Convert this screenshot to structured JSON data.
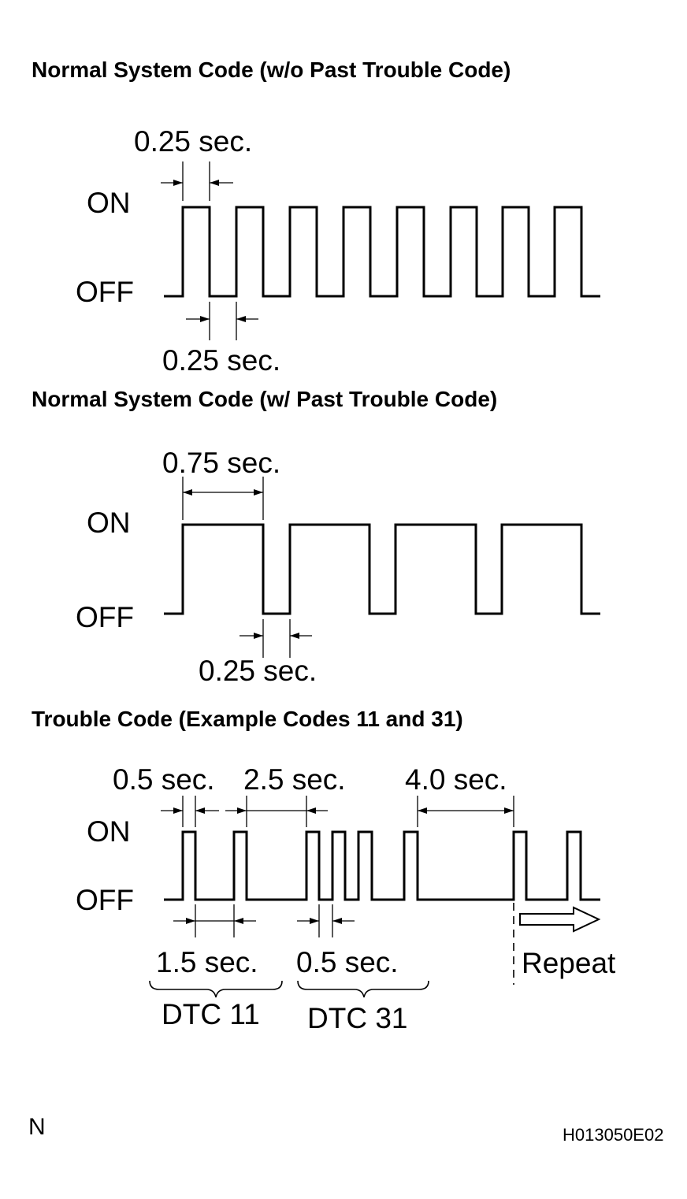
{
  "sections": [
    {
      "title": "Normal System Code (w/o Past Trouble Code)",
      "on_label": "ON",
      "off_label": "OFF",
      "dimensions": [
        "0.25 sec.",
        "0.25 sec."
      ]
    },
    {
      "title": "Normal System Code (w/ Past Trouble Code)",
      "on_label": "ON",
      "off_label": "OFF",
      "dimensions": [
        "0.75 sec.",
        "0.25 sec."
      ]
    },
    {
      "title": "Trouble Code (Example Codes 11 and 31)",
      "on_label": "ON",
      "off_label": "OFF",
      "dimensions": [
        "0.5 sec.",
        "2.5 sec.",
        "4.0 sec.",
        "1.5 sec.",
        "0.5 sec."
      ],
      "groups": [
        "DTC 11",
        "DTC 31"
      ],
      "repeat_label": "Repeat"
    }
  ],
  "corner_left": "N",
  "figure_id": "H013050E02"
}
